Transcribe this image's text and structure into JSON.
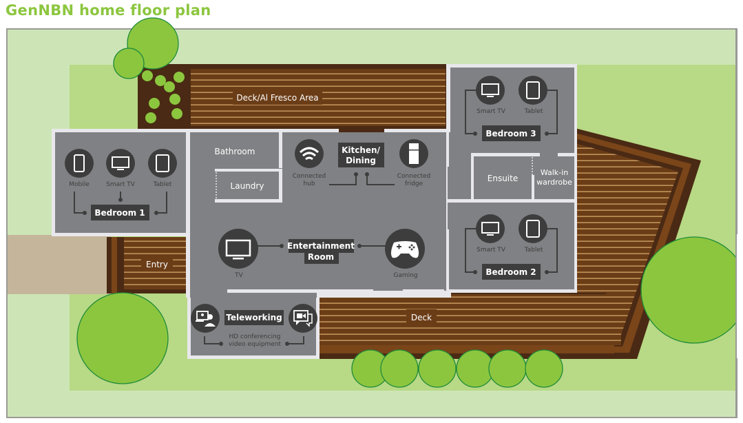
{
  "title": "GenNBN home floor plan",
  "colors": {
    "title_green": "#8cc63f",
    "lawn_light": "#cde5b6",
    "lawn_mid": "#b8d985",
    "room_gray": "#808184",
    "wall": "#e8e8ec",
    "icon_circle": "#3d3d3d",
    "deck_dark": "#4a2a14",
    "deck_plank": "#6b3d17",
    "deck_line": "#d6a76a",
    "path": "#c4b59b",
    "tree": "#8cc63f",
    "tree_outline": "#1e8a3a"
  },
  "areas": {
    "deck_alfresco": "Deck/Al Fresco Area",
    "entry": "Entry",
    "deck": "Deck",
    "bathroom": "Bathroom",
    "laundry": "Laundry",
    "ensuite": "Ensuite",
    "walkin_line1": "Walk-in",
    "walkin_line2": "wardrobe"
  },
  "rooms": {
    "bedroom1": {
      "label": "Bedroom 1",
      "devices": [
        {
          "icon": "mobile-icon",
          "label": "Mobile"
        },
        {
          "icon": "tv-icon",
          "label": "Smart TV"
        },
        {
          "icon": "tablet-icon",
          "label": "Tablet"
        }
      ]
    },
    "kitchen": {
      "label_line1": "Kitchen/",
      "label_line2": "Dining",
      "devices": [
        {
          "icon": "wifi-hub-icon",
          "label_line1": "Connected",
          "label_line2": "hub"
        },
        {
          "icon": "fridge-icon",
          "label_line1": "Connected",
          "label_line2": "fridge"
        }
      ]
    },
    "bedroom3": {
      "label": "Bedroom 3",
      "devices": [
        {
          "icon": "tv-icon",
          "label": "Smart TV"
        },
        {
          "icon": "tablet-icon",
          "label": "Tablet"
        }
      ]
    },
    "entertainment": {
      "label_line1": "Entertainment",
      "label_line2": "Room",
      "devices": [
        {
          "icon": "tv-icon",
          "label": "TV"
        },
        {
          "icon": "gamepad-icon",
          "label": "Gaming"
        }
      ]
    },
    "bedroom2": {
      "label": "Bedroom 2",
      "devices": [
        {
          "icon": "tv-icon",
          "label": "Smart TV"
        },
        {
          "icon": "tablet-icon",
          "label": "Tablet"
        }
      ]
    },
    "teleworking": {
      "label": "Teleworking",
      "caption_line1": "HD conferencing",
      "caption_line2": "video equipment",
      "devices": [
        {
          "icon": "video-call-icon"
        },
        {
          "icon": "chat-video-icon"
        }
      ]
    }
  }
}
